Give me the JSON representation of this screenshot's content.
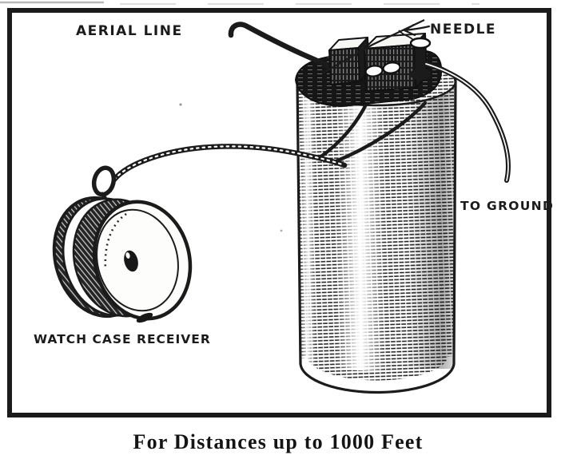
{
  "figure": {
    "paper_color": "#ffffff",
    "ink_color": "#1b1b1b",
    "labels": {
      "aerial_line": "AERIAL LINE",
      "needle": "NEEDLE",
      "to_ground": "TO GROUND",
      "watch_case_receiver": "WATCH CASE RECEIVER"
    },
    "caption": "For Distances up to 1000 Feet",
    "components": {
      "coil": "tuning-coil-cylinder",
      "detector": "needle-detector-blocks",
      "binding_post": "binding-post",
      "aerial_wire": "aerial-line-wire",
      "ground_wire": "ground-wire",
      "receiver_cord": "twisted-receiver-cord",
      "receiver": "watch-case-receiver-earpiece"
    }
  }
}
